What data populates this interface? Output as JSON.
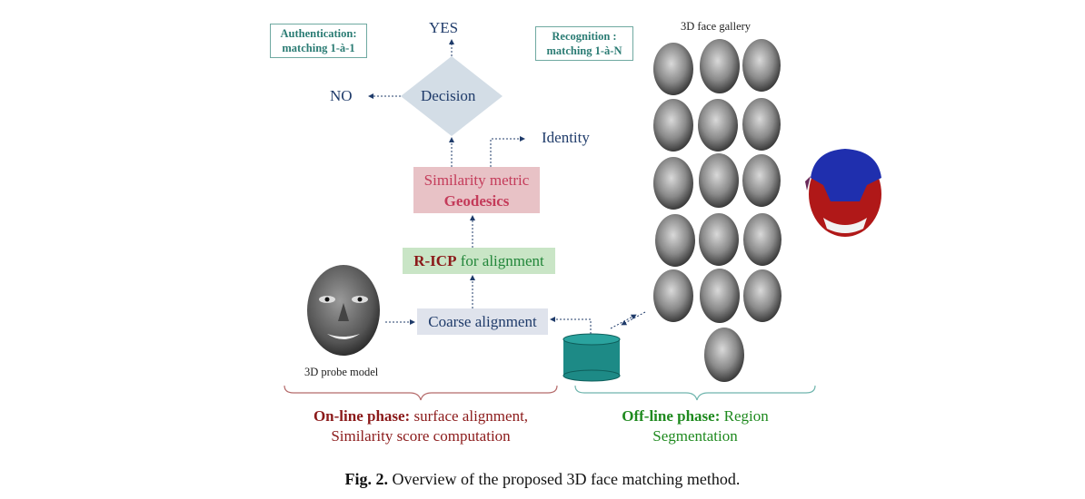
{
  "auth_box": {
    "line1": "Authentication:",
    "line2": "matching 1-à-1"
  },
  "recog_box": {
    "line1": "Recognition :",
    "line2": "matching 1-à-N"
  },
  "yes_label": "YES",
  "no_label": "NO",
  "decision_label": "Decision",
  "identity_label": "Identity",
  "similarity": {
    "line1": "Similarity metric",
    "line2": "Geodesics"
  },
  "ricp": {
    "bold": "R-ICP",
    "rest": " for alignment"
  },
  "coarse_label": "Coarse alignment",
  "probe_label": "3D probe model",
  "gallery_label": "3D face gallery",
  "online": {
    "bold": "On-line phase:",
    "rest": " surface alignment,",
    "line2": "Similarity score computation"
  },
  "offline": {
    "bold": "Off-line phase:",
    "rest": " Region",
    "line2": "Segmentation"
  },
  "caption": {
    "bold": "Fig. 2.",
    "rest": " Overview of the proposed 3D face matching method."
  },
  "colors": {
    "teal": "#2b7c74",
    "navy": "#1f3b6a",
    "diamond": "#d3dde6",
    "sim_bg": "#e8c2c6",
    "sim_text": "#c43b5a",
    "ricp_bg": "#c9e5c6",
    "coarse_bg": "#dfe3ec",
    "online": "#8b1a1a",
    "offline": "#1f8a1f"
  }
}
